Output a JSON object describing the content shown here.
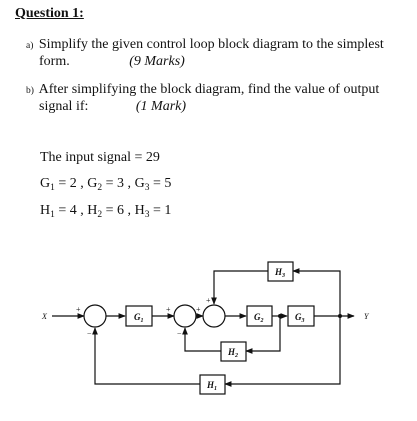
{
  "question": {
    "title": "Question 1:",
    "part_a": {
      "marker": "a)",
      "line1": "Simplify the given control loop block diagram to the simplest",
      "line2": "form.",
      "marks": "(9 Marks)"
    },
    "part_b": {
      "marker": "b)",
      "line1": "After simplifying the block diagram, find the value of output",
      "line2": "signal if:",
      "marks": "(1 Mark)"
    }
  },
  "given": {
    "input": "The input signal = 29",
    "g1": "G",
    "g1_sub": "1",
    "g1_val": " = 2 , ",
    "g2": "G",
    "g2_sub": "2",
    "g2_val": " = 3 , ",
    "g3": "G",
    "g3_sub": "3",
    "g3_val": " = 5",
    "h1": "H",
    "h1_sub": "1",
    "h1_val": " = 4 , ",
    "h2": "H",
    "h2_sub": "2",
    "h2_val": " = 6 , ",
    "h3": "H",
    "h3_sub": "3",
    "h3_val": " = 1"
  },
  "diagram": {
    "input_label": "X",
    "output_label": "Y",
    "blocks": {
      "g1": {
        "name": "G",
        "sub": "1"
      },
      "g2": {
        "name": "G",
        "sub": "2"
      },
      "g3": {
        "name": "G",
        "sub": "3"
      },
      "h1": {
        "name": "H",
        "sub": "1"
      },
      "h2": {
        "name": "H",
        "sub": "2"
      },
      "h3": {
        "name": "H",
        "sub": "3"
      }
    },
    "signs": {
      "s1_plus": "+",
      "s1_minus": "−",
      "s2_plus": "+",
      "s2_minus": "−",
      "s3_plus_top": "+",
      "s3_plus_left": "+"
    }
  }
}
